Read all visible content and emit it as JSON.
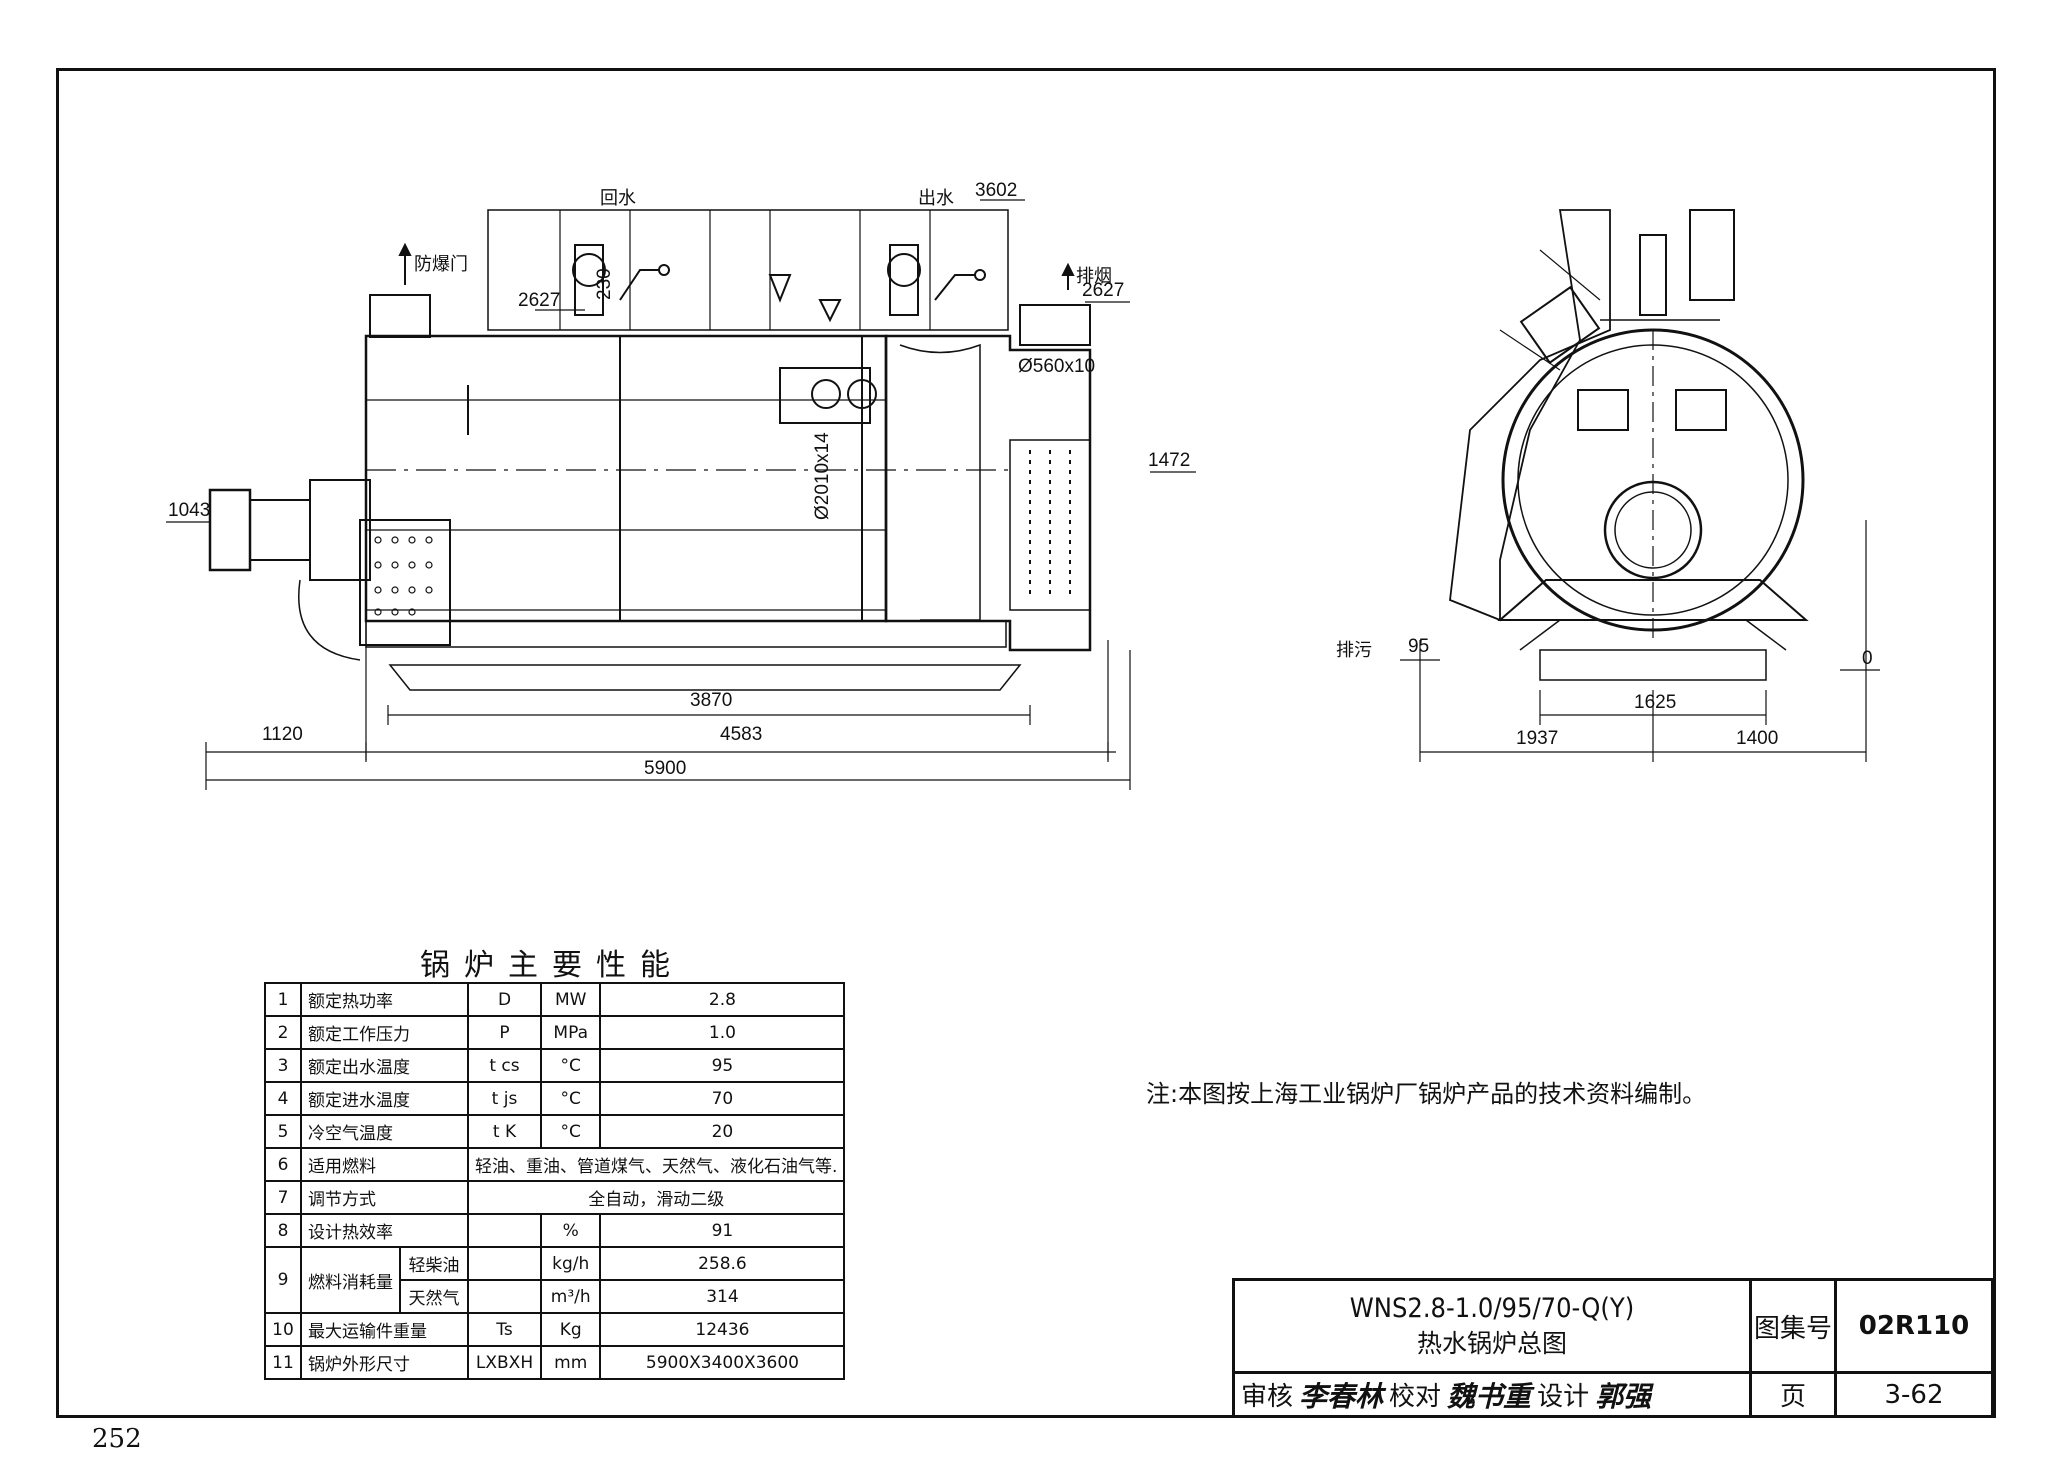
{
  "page_number": "252",
  "left_view": {
    "labels": {
      "return_water": "回水",
      "outlet_water": "出水",
      "explosion_door": "防爆门",
      "exhaust": "排烟"
    },
    "dims": {
      "top_height": "3602",
      "flange_height_left": "2627",
      "flange_height_right": "2627",
      "nozzle": "230",
      "flue": "Ø560x10",
      "shell": "Ø2010x14",
      "side_level": "1472",
      "burner_level": "1043",
      "d3870": "3870",
      "d1120": "1120",
      "d4583": "4583",
      "d5900": "5900"
    }
  },
  "right_view": {
    "labels": {
      "blowdown": "排污"
    },
    "dims": {
      "blowdown_level": "95",
      "ground": "0",
      "d1625": "1625",
      "d1937": "1937",
      "d1400": "1400"
    }
  },
  "perf_table": {
    "title": "锅炉主要性能",
    "rows": [
      {
        "no": "1",
        "item": "额定热功率",
        "sym": "D",
        "unit": "MW",
        "value": "2.8"
      },
      {
        "no": "2",
        "item": "额定工作压力",
        "sym": "P",
        "unit": "MPa",
        "value": "1.0"
      },
      {
        "no": "3",
        "item": "额定出水温度",
        "sym": "t cs",
        "unit": "°C",
        "value": "95"
      },
      {
        "no": "4",
        "item": "额定进水温度",
        "sym": "t js",
        "unit": "°C",
        "value": "70"
      },
      {
        "no": "5",
        "item": "冷空气温度",
        "sym": "t K",
        "unit": "°C",
        "value": "20"
      },
      {
        "no": "6",
        "item": "适用燃料",
        "value": "轻油、重油、管道煤气、天然气、液化石油气等."
      },
      {
        "no": "7",
        "item": "调节方式",
        "value": "全自动，滑动二级"
      },
      {
        "no": "8",
        "item": "设计热效率",
        "sym": "",
        "unit": "%",
        "value": "91"
      },
      {
        "no": "9",
        "item": "燃料消耗量",
        "sub1": "轻柴油",
        "unit1": "kg/h",
        "value1": "258.6",
        "sub2": "天然气",
        "unit2": "m³/h",
        "value2": "314"
      },
      {
        "no": "10",
        "item": "最大运输件重量",
        "sym": "Ts",
        "unit": "Kg",
        "value": "12436"
      },
      {
        "no": "11",
        "item": "锅炉外形尺寸",
        "sym": "LXBXH",
        "unit": "mm",
        "value": "5900X3400X3600"
      }
    ]
  },
  "note": "注:本图按上海工业锅炉厂锅炉产品的技术资料编制。",
  "title_block": {
    "model": "WNS2.8-1.0/95/70-Q(Y)",
    "name": "热水锅炉总图",
    "atlas_label": "图集号",
    "atlas_no": "02R110",
    "page_label": "页",
    "page_no": "3-62",
    "review_label": "审核",
    "review_sig": "李春林",
    "check_label": "校对",
    "check_sig": "魏书重",
    "design_label": "设计",
    "design_sig": "郭强"
  }
}
